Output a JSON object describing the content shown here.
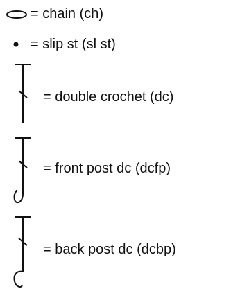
{
  "legend": {
    "items": [
      {
        "symbol": "chain-oval-icon",
        "label": "= chain (ch)"
      },
      {
        "symbol": "dot-icon",
        "label": "= slip st (sl st)"
      },
      {
        "symbol": "double-crochet-icon",
        "label": "= double crochet (dc)"
      },
      {
        "symbol": "front-post-dc-icon",
        "label": "= front post dc (dcfp)"
      },
      {
        "symbol": "back-post-dc-icon",
        "label": "= back post dc (dcbp)"
      }
    ],
    "ink_color": "#111111"
  }
}
